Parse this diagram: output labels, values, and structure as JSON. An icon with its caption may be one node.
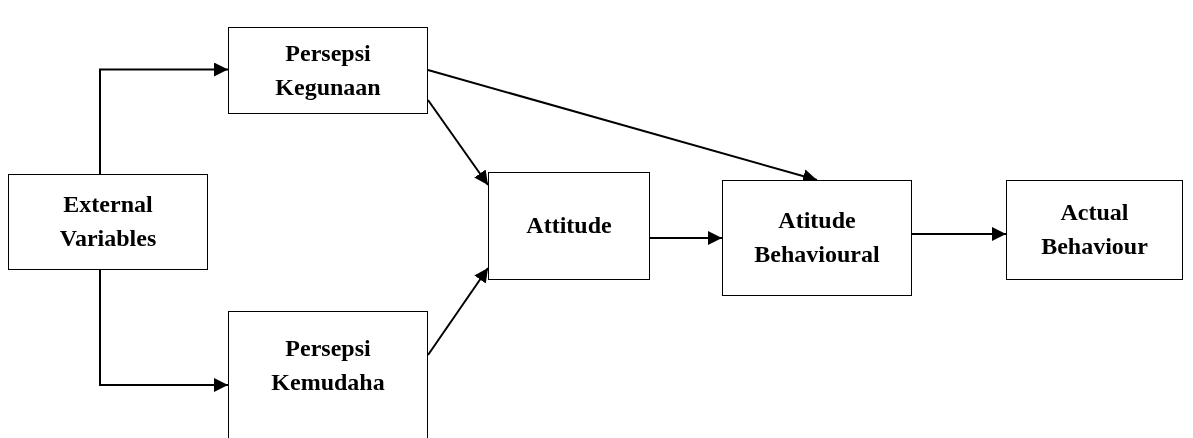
{
  "diagram": {
    "nodes": [
      {
        "text": [
          "External Variables"
        ]
      },
      {
        "text": [
          "Persepsi Kegunaan"
        ]
      },
      {
        "text": [
          "Persepsi Kemudaha"
        ]
      },
      {
        "text": [
          "Attitude"
        ]
      },
      {
        "text": [
          "Atitude Behavioural"
        ]
      },
      {
        "text": [
          "Actual Behaviour"
        ]
      }
    ],
    "edges": [
      {
        "from": 0,
        "to": 1,
        "arrow": "to"
      },
      {
        "from": 0,
        "to": 2,
        "arrow": "to"
      },
      {
        "from": 1,
        "to": 3,
        "arrow": "to"
      },
      {
        "from": 1,
        "to": 4,
        "arrow": "to"
      },
      {
        "from": 2,
        "to": 3,
        "arrow": "to"
      },
      {
        "from": 3,
        "to": 4,
        "arrow": "to"
      },
      {
        "from": 4,
        "to": 5,
        "arrow": "to"
      }
    ]
  }
}
